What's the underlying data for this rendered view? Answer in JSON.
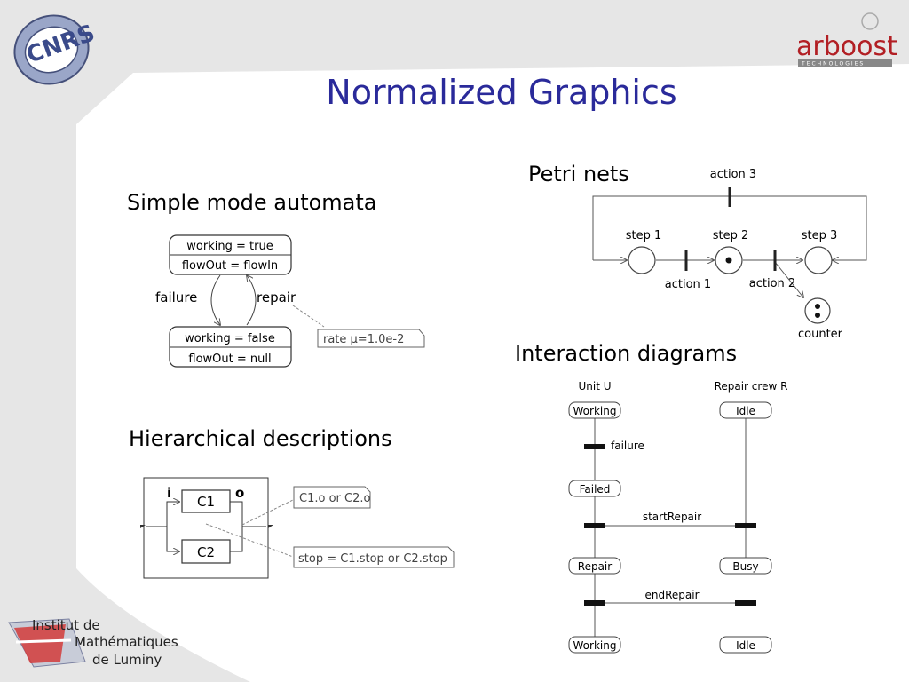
{
  "title": "Normalized Graphics",
  "logos": {
    "cnrs": "CNRS",
    "arboost": "arboost",
    "arboost_sub": "TECHNOLOGIES",
    "institute_line1": "Institut de",
    "institute_line2": "Mathématiques",
    "institute_line3": "de Luminy"
  },
  "sections": {
    "automata": "Simple mode automata",
    "hierarchical": "Hierarchical descriptions",
    "petri": "Petri nets",
    "interaction": "Interaction diagrams"
  },
  "automata": {
    "state1_line1": "working = true",
    "state1_line2": "flowOut = flowIn",
    "state2_line1": "working = false",
    "state2_line2": "flowOut = null",
    "failure": "failure",
    "repair": "repair",
    "rate": "rate μ=1.0e-2"
  },
  "hierarchical": {
    "port_i": "i",
    "port_o": "o",
    "c1": "C1",
    "c2": "C2",
    "note1": "C1.o or C2.o",
    "note2": "stop = C1.stop or C2.stop"
  },
  "petri": {
    "action3": "action 3",
    "step1": "step 1",
    "step2": "step 2",
    "step3": "step 3",
    "action1": "action 1",
    "action2": "action 2",
    "counter": "counter"
  },
  "interaction": {
    "unit": "Unit U",
    "crew": "Repair crew R",
    "u_states": [
      "Working",
      "Failed",
      "Repair",
      "Working"
    ],
    "r_states": [
      "Idle",
      "Busy",
      "Idle"
    ],
    "failure": "failure",
    "startRepair": "startRepair",
    "endRepair": "endRepair"
  }
}
